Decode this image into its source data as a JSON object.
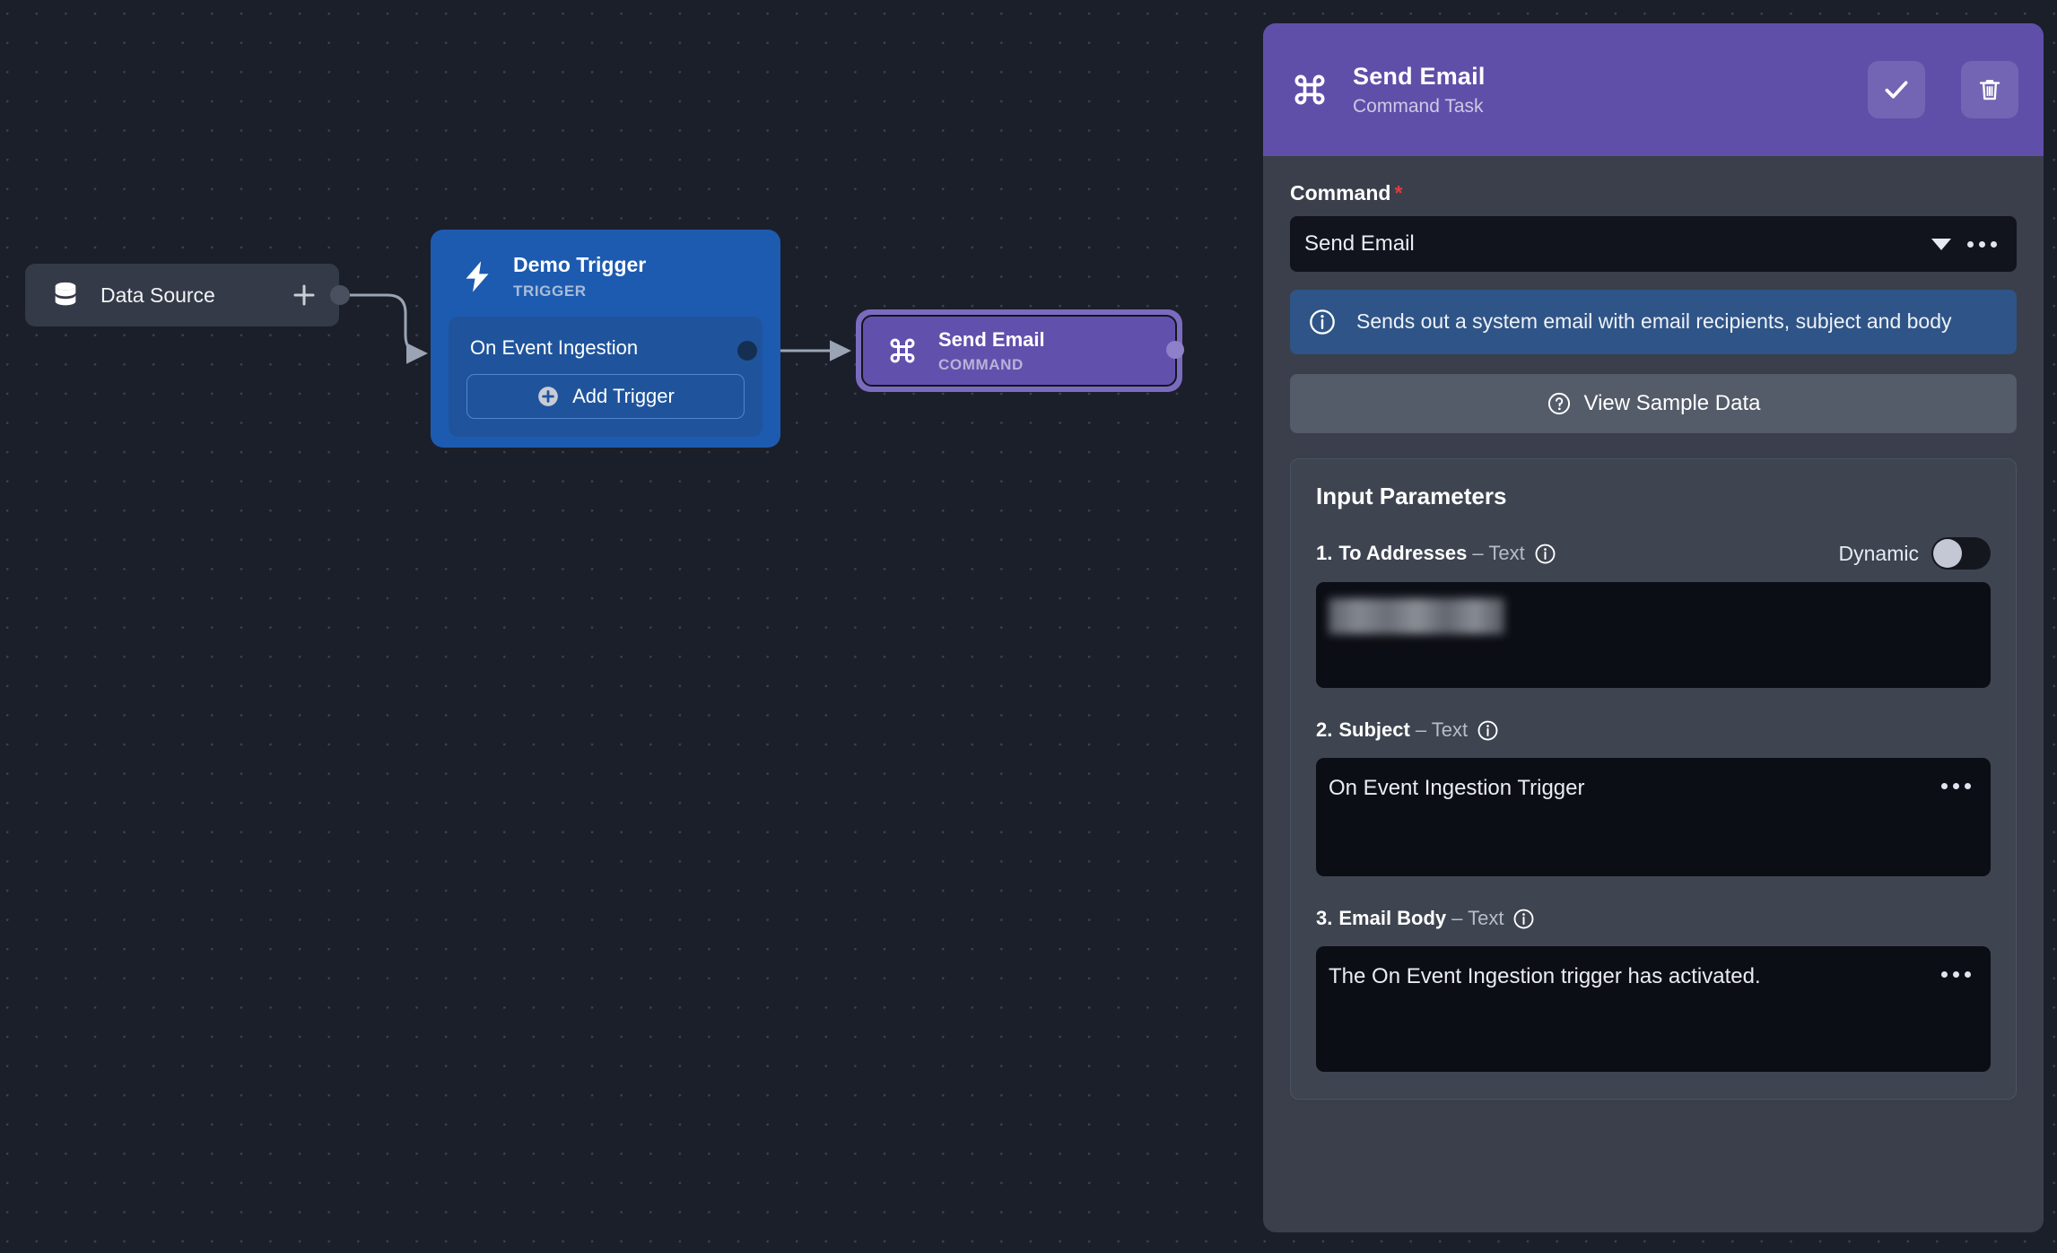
{
  "canvas": {
    "data_source": {
      "label": "Data Source",
      "icon": "database-icon",
      "add_icon": "plus-icon"
    },
    "trigger_node": {
      "title": "Demo Trigger",
      "subtitle": "TRIGGER",
      "icon": "lightning-bolt-icon",
      "event_label": "On Event Ingestion",
      "add_trigger_label": "Add Trigger"
    },
    "command_node": {
      "title": "Send Email",
      "subtitle": "COMMAND",
      "icon": "command-icon"
    }
  },
  "panel": {
    "header": {
      "title": "Send Email",
      "subtitle": "Command Task",
      "icon": "command-icon",
      "confirm_icon": "check-icon",
      "delete_icon": "trash-icon",
      "accent_color": "#5f4fa8"
    },
    "command_field": {
      "label": "Command",
      "required_marker": "*",
      "value": "Send Email",
      "caret_icon": "chevron-down-icon",
      "more_icon": "ellipsis-icon"
    },
    "info_banner": {
      "icon": "info-icon",
      "text": "Sends out a system email with email recipients, subject and body",
      "color": "#2f5487"
    },
    "sample_data_button": {
      "label": "View Sample Data",
      "icon": "question-circle-icon"
    },
    "input_parameters": {
      "title": "Input Parameters",
      "params": [
        {
          "index": "1.",
          "name": "To Addresses",
          "type": "– Text",
          "info_icon": "info-circle-icon",
          "has_dynamic_toggle": true,
          "dynamic_label": "Dynamic",
          "dynamic_on": false,
          "value": "",
          "redacted": true,
          "has_more": false
        },
        {
          "index": "2.",
          "name": "Subject",
          "type": "– Text",
          "info_icon": "info-circle-icon",
          "has_dynamic_toggle": false,
          "value": "On Event Ingestion Trigger",
          "redacted": false,
          "has_more": true,
          "more_icon": "ellipsis-icon"
        },
        {
          "index": "3.",
          "name": "Email Body",
          "type": "– Text",
          "info_icon": "info-circle-icon",
          "has_dynamic_toggle": false,
          "value": "The On Event Ingestion trigger has activated.",
          "redacted": false,
          "has_more": true,
          "more_icon": "ellipsis-icon"
        }
      ]
    }
  }
}
